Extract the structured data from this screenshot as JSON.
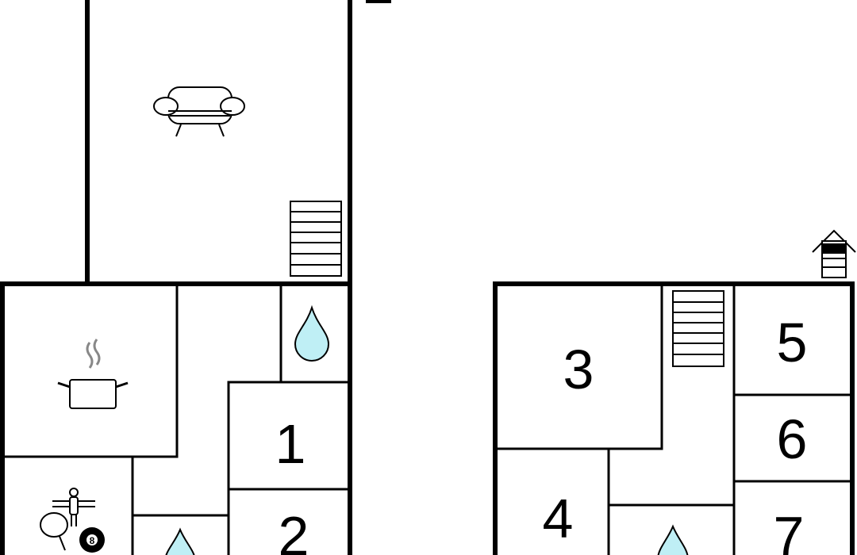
{
  "floor_plan": {
    "room_numbers": {
      "room_1": "1",
      "room_2": "2",
      "room_3": "3",
      "room_4": "4",
      "room_5": "5",
      "room_6": "6",
      "room_7": "7"
    },
    "billiard_ball_number": "8",
    "icons": {
      "living_room": "sofa-icon",
      "kitchen": "cooking-pot-icon",
      "games_room": "table-football-icon",
      "table_tennis": "ping-pong-paddle-icon",
      "billiards": "billiard-ball-icon",
      "bathroom": "water-drop-icon",
      "stairs": "stairs-icon",
      "upper_floor": "house-upstairs-icon"
    },
    "colors": {
      "walls": "#000000",
      "water_drop": "#bfeff5",
      "background": "#ffffff"
    }
  }
}
